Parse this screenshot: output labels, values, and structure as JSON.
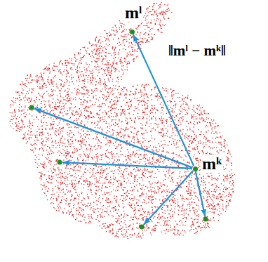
{
  "diagram": {
    "nodes": [
      {
        "text": [
          "mˡ"
        ]
      },
      {
        "text": [
          "mᵏ"
        ]
      }
    ],
    "edges": [
      {
        "from": 1,
        "to": 0,
        "arrow": "to",
        "label": "‖mˡ − mᵏ‖"
      }
    ]
  }
}
